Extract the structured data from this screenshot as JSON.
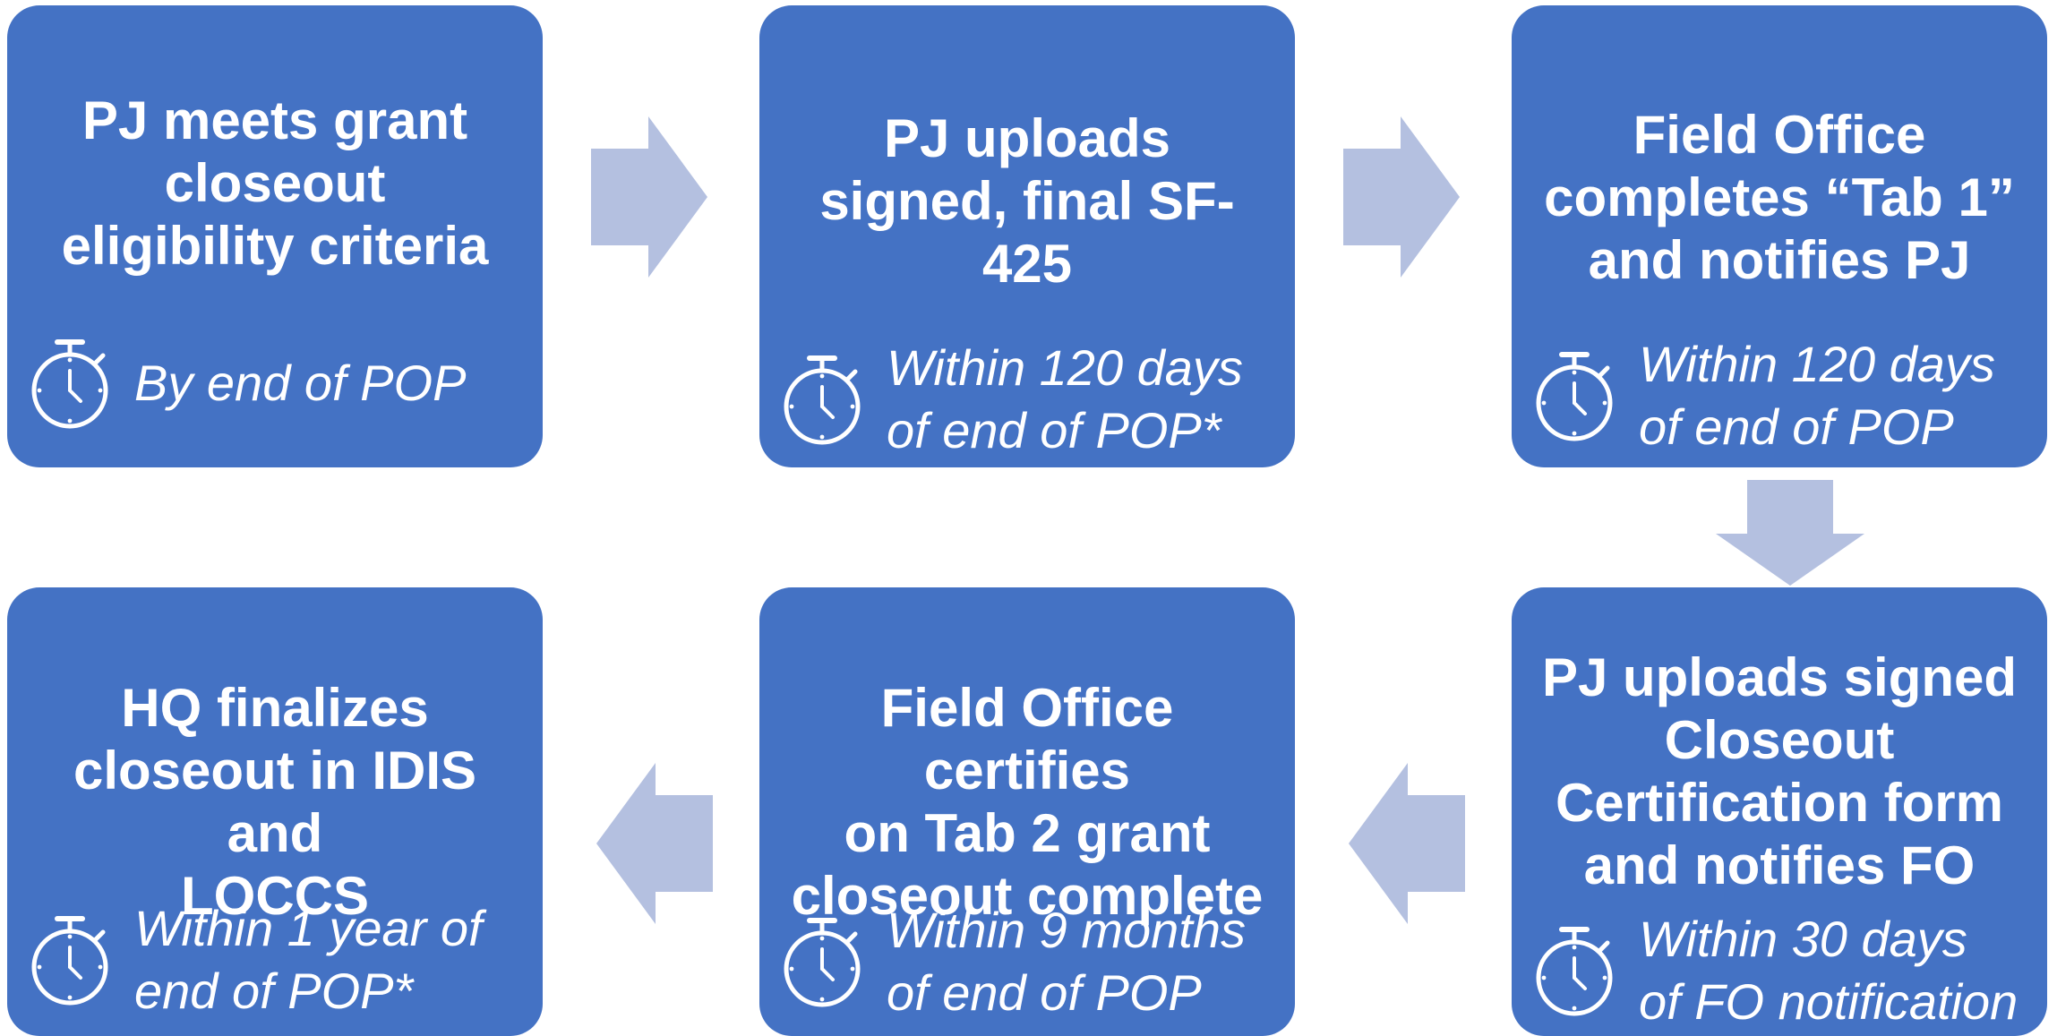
{
  "steps": [
    {
      "title": "PJ meets grant\ncloseout\neligibility criteria",
      "deadline": "By end of POP"
    },
    {
      "title": "PJ uploads\nsigned, final SF-\n425",
      "deadline": "Within 120 days\nof end of POP*"
    },
    {
      "title": "Field Office\ncompletes “Tab 1”\nand notifies PJ",
      "deadline": "Within 120 days\nof end of POP"
    },
    {
      "title": "PJ uploads signed\nCloseout\nCertification form\nand notifies FO",
      "deadline": "Within 30 days\nof FO notification"
    },
    {
      "title": "Field Office certifies\non Tab 2 grant\ncloseout complete",
      "deadline": "Within 9 months\nof end of POP"
    },
    {
      "title": "HQ finalizes\ncloseout in IDIS and\nLOCCS",
      "deadline": "Within 1 year of\nend of POP*"
    }
  ],
  "icons": {
    "timer": "stopwatch-icon",
    "arrow": "block-arrow-icon"
  },
  "colors": {
    "box": "#4472c4",
    "arrow": "#b4c0e0",
    "text": "#ffffff"
  }
}
